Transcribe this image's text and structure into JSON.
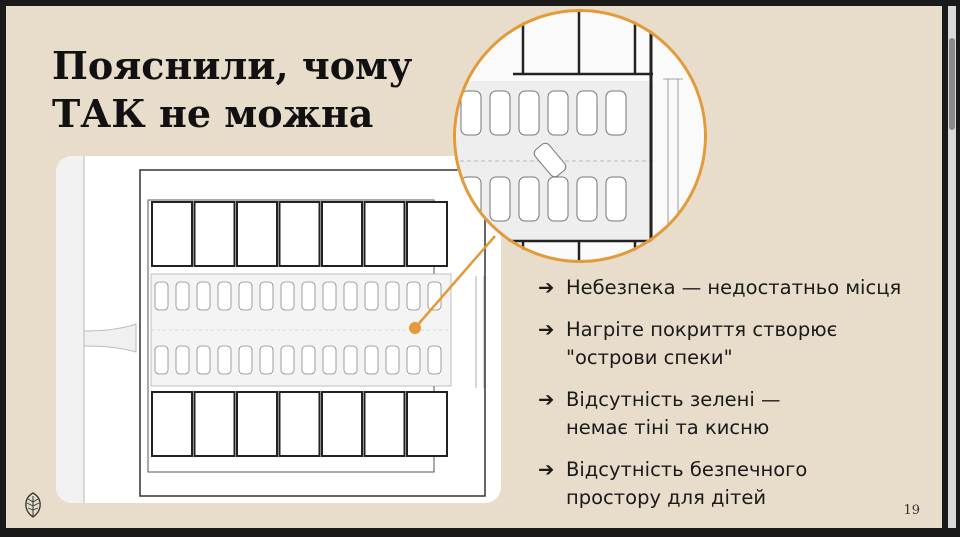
{
  "slide": {
    "title_line1": "Пояснили, чому",
    "title_line2": "ТАК не можна",
    "page_number": "19"
  },
  "bullets": [
    {
      "arrow": "➔",
      "line1": "Небезпека — недостатньо місця",
      "line2": ""
    },
    {
      "arrow": "➔",
      "line1": "Нагріте покриття створює",
      "line2": "\"острови спеки\""
    },
    {
      "arrow": "➔",
      "line1": "Відсутність зелені —",
      "line2": "немає тіні та кисню"
    },
    {
      "arrow": "➔",
      "line1": "Відсутність безпечного",
      "line2": "простору для дітей"
    }
  ],
  "images": {
    "plan": "parking-lot-site-plan",
    "zoom": "zoomed-parking-detail",
    "logo": "leaf-logo-icon"
  },
  "colors": {
    "background": "#e8dccb",
    "accent": "#e29a3a",
    "text": "#111111"
  }
}
